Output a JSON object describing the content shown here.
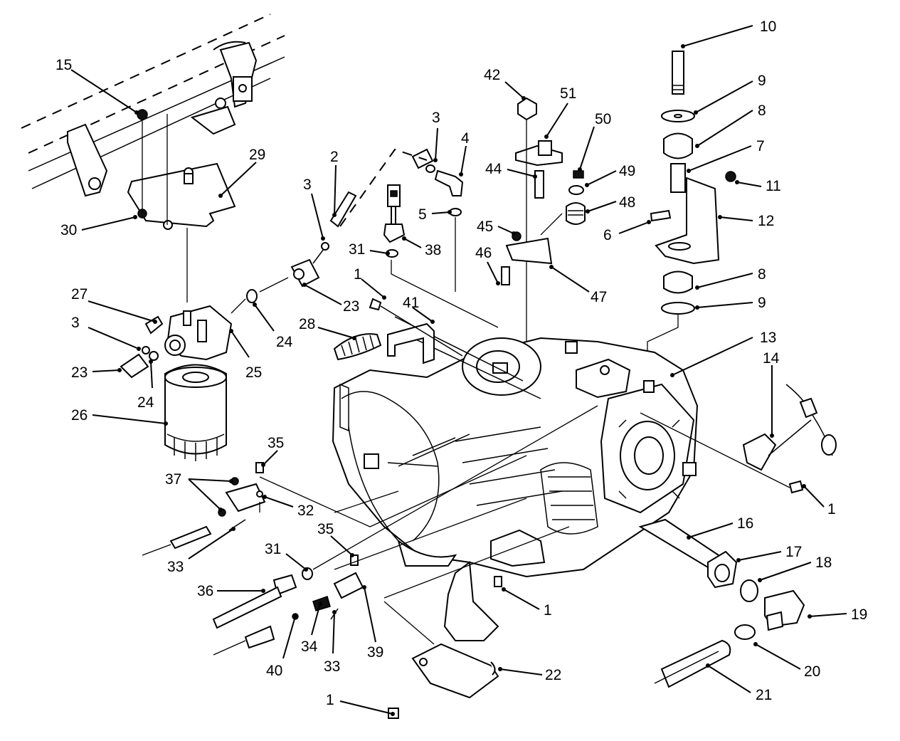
{
  "callouts": [
    {
      "id": "c10",
      "text": "10"
    },
    {
      "id": "c9a",
      "text": "9"
    },
    {
      "id": "c8a",
      "text": "8"
    },
    {
      "id": "c7",
      "text": "7"
    },
    {
      "id": "c11",
      "text": "11"
    },
    {
      "id": "c12",
      "text": "12"
    },
    {
      "id": "c6",
      "text": "6"
    },
    {
      "id": "c8b",
      "text": "8"
    },
    {
      "id": "c9b",
      "text": "9"
    },
    {
      "id": "c13",
      "text": "13"
    },
    {
      "id": "c14",
      "text": "14"
    },
    {
      "id": "c1a",
      "text": "1"
    },
    {
      "id": "c16",
      "text": "16"
    },
    {
      "id": "c17",
      "text": "17"
    },
    {
      "id": "c18",
      "text": "18"
    },
    {
      "id": "c19",
      "text": "19"
    },
    {
      "id": "c20",
      "text": "20"
    },
    {
      "id": "c21",
      "text": "21"
    },
    {
      "id": "c22",
      "text": "22"
    },
    {
      "id": "c1b",
      "text": "1"
    },
    {
      "id": "c1c",
      "text": "1"
    },
    {
      "id": "c15",
      "text": "15"
    },
    {
      "id": "c29",
      "text": "29"
    },
    {
      "id": "c30",
      "text": "30"
    },
    {
      "id": "c27",
      "text": "27"
    },
    {
      "id": "c3a",
      "text": "3"
    },
    {
      "id": "c23a",
      "text": "23"
    },
    {
      "id": "c24a",
      "text": "24"
    },
    {
      "id": "c26",
      "text": "26"
    },
    {
      "id": "c25",
      "text": "25"
    },
    {
      "id": "c24b",
      "text": "24"
    },
    {
      "id": "c23b",
      "text": "23"
    },
    {
      "id": "c3b",
      "text": "3"
    },
    {
      "id": "c2",
      "text": "2"
    },
    {
      "id": "c3c",
      "text": "3"
    },
    {
      "id": "c4",
      "text": "4"
    },
    {
      "id": "c5",
      "text": "5"
    },
    {
      "id": "c31a",
      "text": "31"
    },
    {
      "id": "c38",
      "text": "38"
    },
    {
      "id": "c42",
      "text": "42"
    },
    {
      "id": "c51",
      "text": "51"
    },
    {
      "id": "c50",
      "text": "50"
    },
    {
      "id": "c44",
      "text": "44"
    },
    {
      "id": "c49",
      "text": "49"
    },
    {
      "id": "c48",
      "text": "48"
    },
    {
      "id": "c45",
      "text": "45"
    },
    {
      "id": "c46",
      "text": "46"
    },
    {
      "id": "c47",
      "text": "47"
    },
    {
      "id": "c1d",
      "text": "1"
    },
    {
      "id": "c41",
      "text": "41"
    },
    {
      "id": "c28",
      "text": "28"
    },
    {
      "id": "c35a",
      "text": "35"
    },
    {
      "id": "c37",
      "text": "37"
    },
    {
      "id": "c32",
      "text": "32"
    },
    {
      "id": "c33a",
      "text": "33"
    },
    {
      "id": "c31b",
      "text": "31"
    },
    {
      "id": "c35b",
      "text": "35"
    },
    {
      "id": "c36",
      "text": "36"
    },
    {
      "id": "c34",
      "text": "34"
    },
    {
      "id": "c33b",
      "text": "33"
    },
    {
      "id": "c39",
      "text": "39"
    },
    {
      "id": "c40",
      "text": "40"
    }
  ]
}
